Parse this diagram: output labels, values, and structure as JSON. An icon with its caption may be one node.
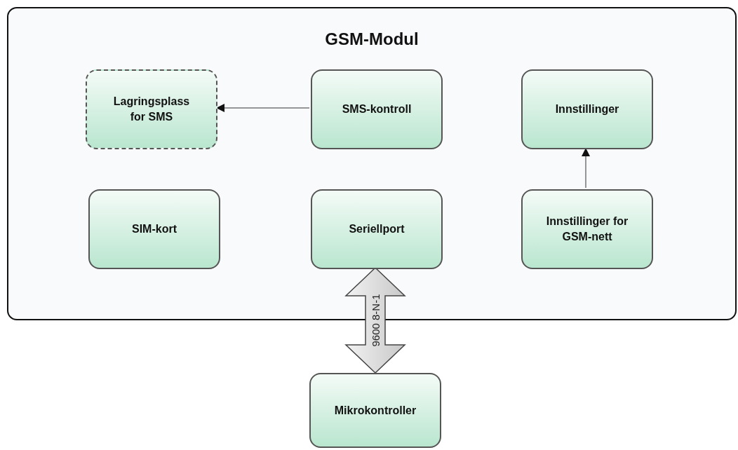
{
  "diagram": {
    "nodes": [
      {
        "text": [
          "GSM-Modul"
        ]
      },
      {
        "text": [
          "Lagringsplass for SMS"
        ],
        "in": 0
      },
      {
        "text": [
          "SMS-kontroll"
        ],
        "in": 0
      },
      {
        "text": [
          "Innstillinger"
        ],
        "in": 0
      },
      {
        "text": [
          "SIM-kort"
        ],
        "in": 0
      },
      {
        "text": [
          "Seriellport"
        ],
        "in": 0
      },
      {
        "text": [
          "Innstillinger for GSM-nett"
        ],
        "in": 0
      },
      {
        "text": [
          "Mikrokontroller"
        ]
      }
    ],
    "edges": [
      {
        "from": 2,
        "to": 1,
        "arrow": "to"
      },
      {
        "from": 6,
        "to": 3,
        "arrow": "to"
      },
      {
        "from": 5,
        "to": 7,
        "arrow": "both",
        "label": "9600 8-N-1",
        "style": "thick",
        "color": "#c8c8c8"
      }
    ]
  }
}
